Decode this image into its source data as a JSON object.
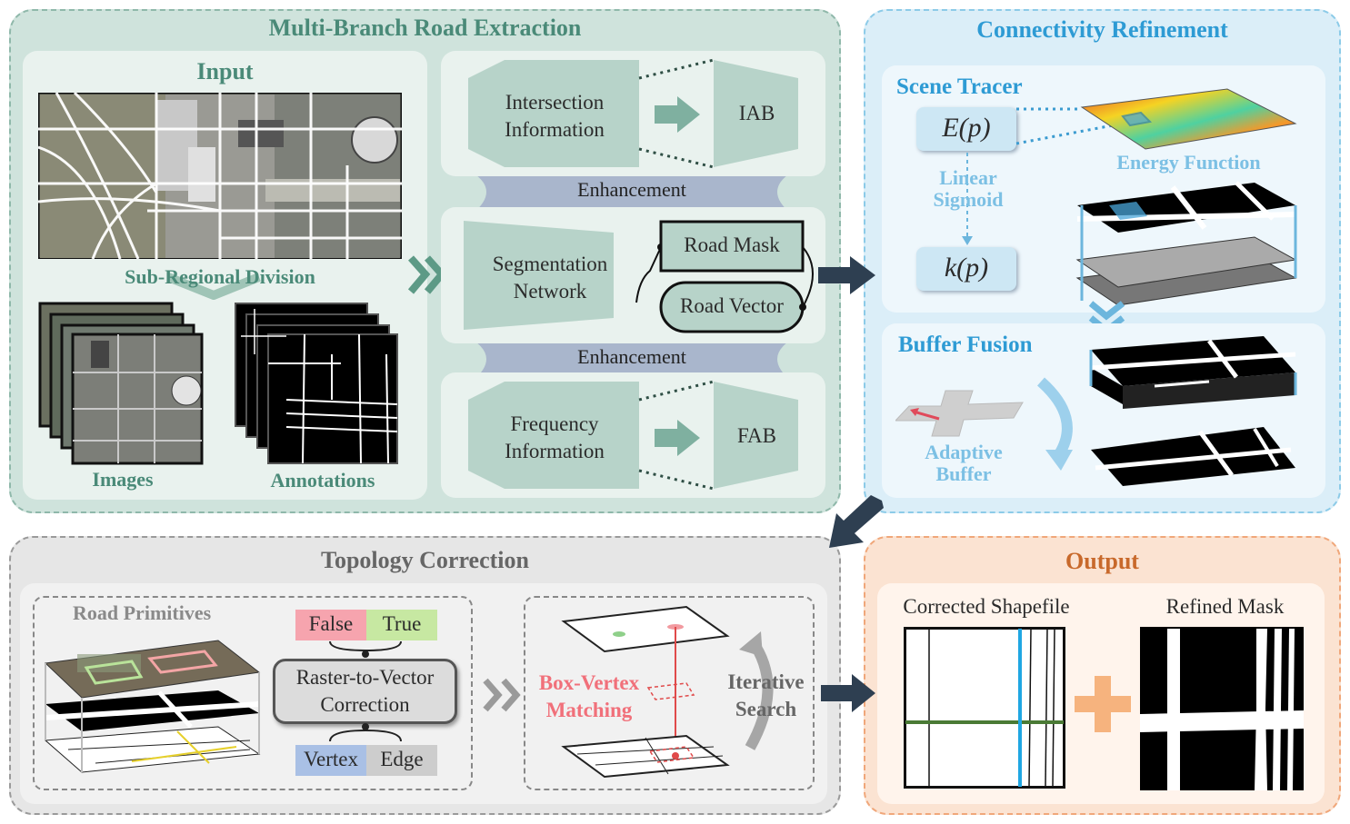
{
  "mbre": {
    "title": "Multi-Branch Road Extraction",
    "input_title": "Input",
    "sub_regional": "Sub-Regional Division",
    "images": "Images",
    "annotations": "Annotations",
    "intersection_info": "Intersection\nInformation",
    "iab": "IAB",
    "enhancement_top": "Enhancement",
    "segmentation": "Segmentation\nNetwork",
    "road_mask": "Road Mask",
    "road_vector": "Road Vector",
    "enhancement_bottom": "Enhancement",
    "frequency_info": "Frequency\nInformation",
    "fab": "FAB"
  },
  "conn": {
    "title": "Connectivity Refinement",
    "scene_tracer": "Scene Tracer",
    "ep": "E(p)",
    "linear_sigmoid": "Linear\nSigmoid",
    "kp": "k(p)",
    "energy_function": "Energy Function",
    "buffer_fusion": "Buffer Fusion",
    "adaptive_buffer": "Adaptive\nBuffer"
  },
  "topo": {
    "title": "Topology Correction",
    "road_primitives": "Road Primitives",
    "false_label": "False",
    "true_label": "True",
    "raster_to_vector": "Raster-to-Vector\nCorrection",
    "vertex": "Vertex",
    "edge": "Edge",
    "box_vertex": "Box-Vertex\nMatching",
    "iterative_search": "Iterative\nSearch"
  },
  "output": {
    "title": "Output",
    "corrected_shapefile": "Corrected Shapefile",
    "refined_mask": "Refined Mask"
  },
  "colors": {
    "green_panel": "#cfe3dc",
    "green_title": "#4a8a78",
    "blue_panel": "#dbeef8",
    "blue_title": "#2e9bd4",
    "gray_panel": "#e6e6e6",
    "gray_title": "#666666",
    "orange_panel": "#fbe3d2",
    "orange_title": "#c8692b",
    "arrow_dark": "#2e3f51"
  }
}
